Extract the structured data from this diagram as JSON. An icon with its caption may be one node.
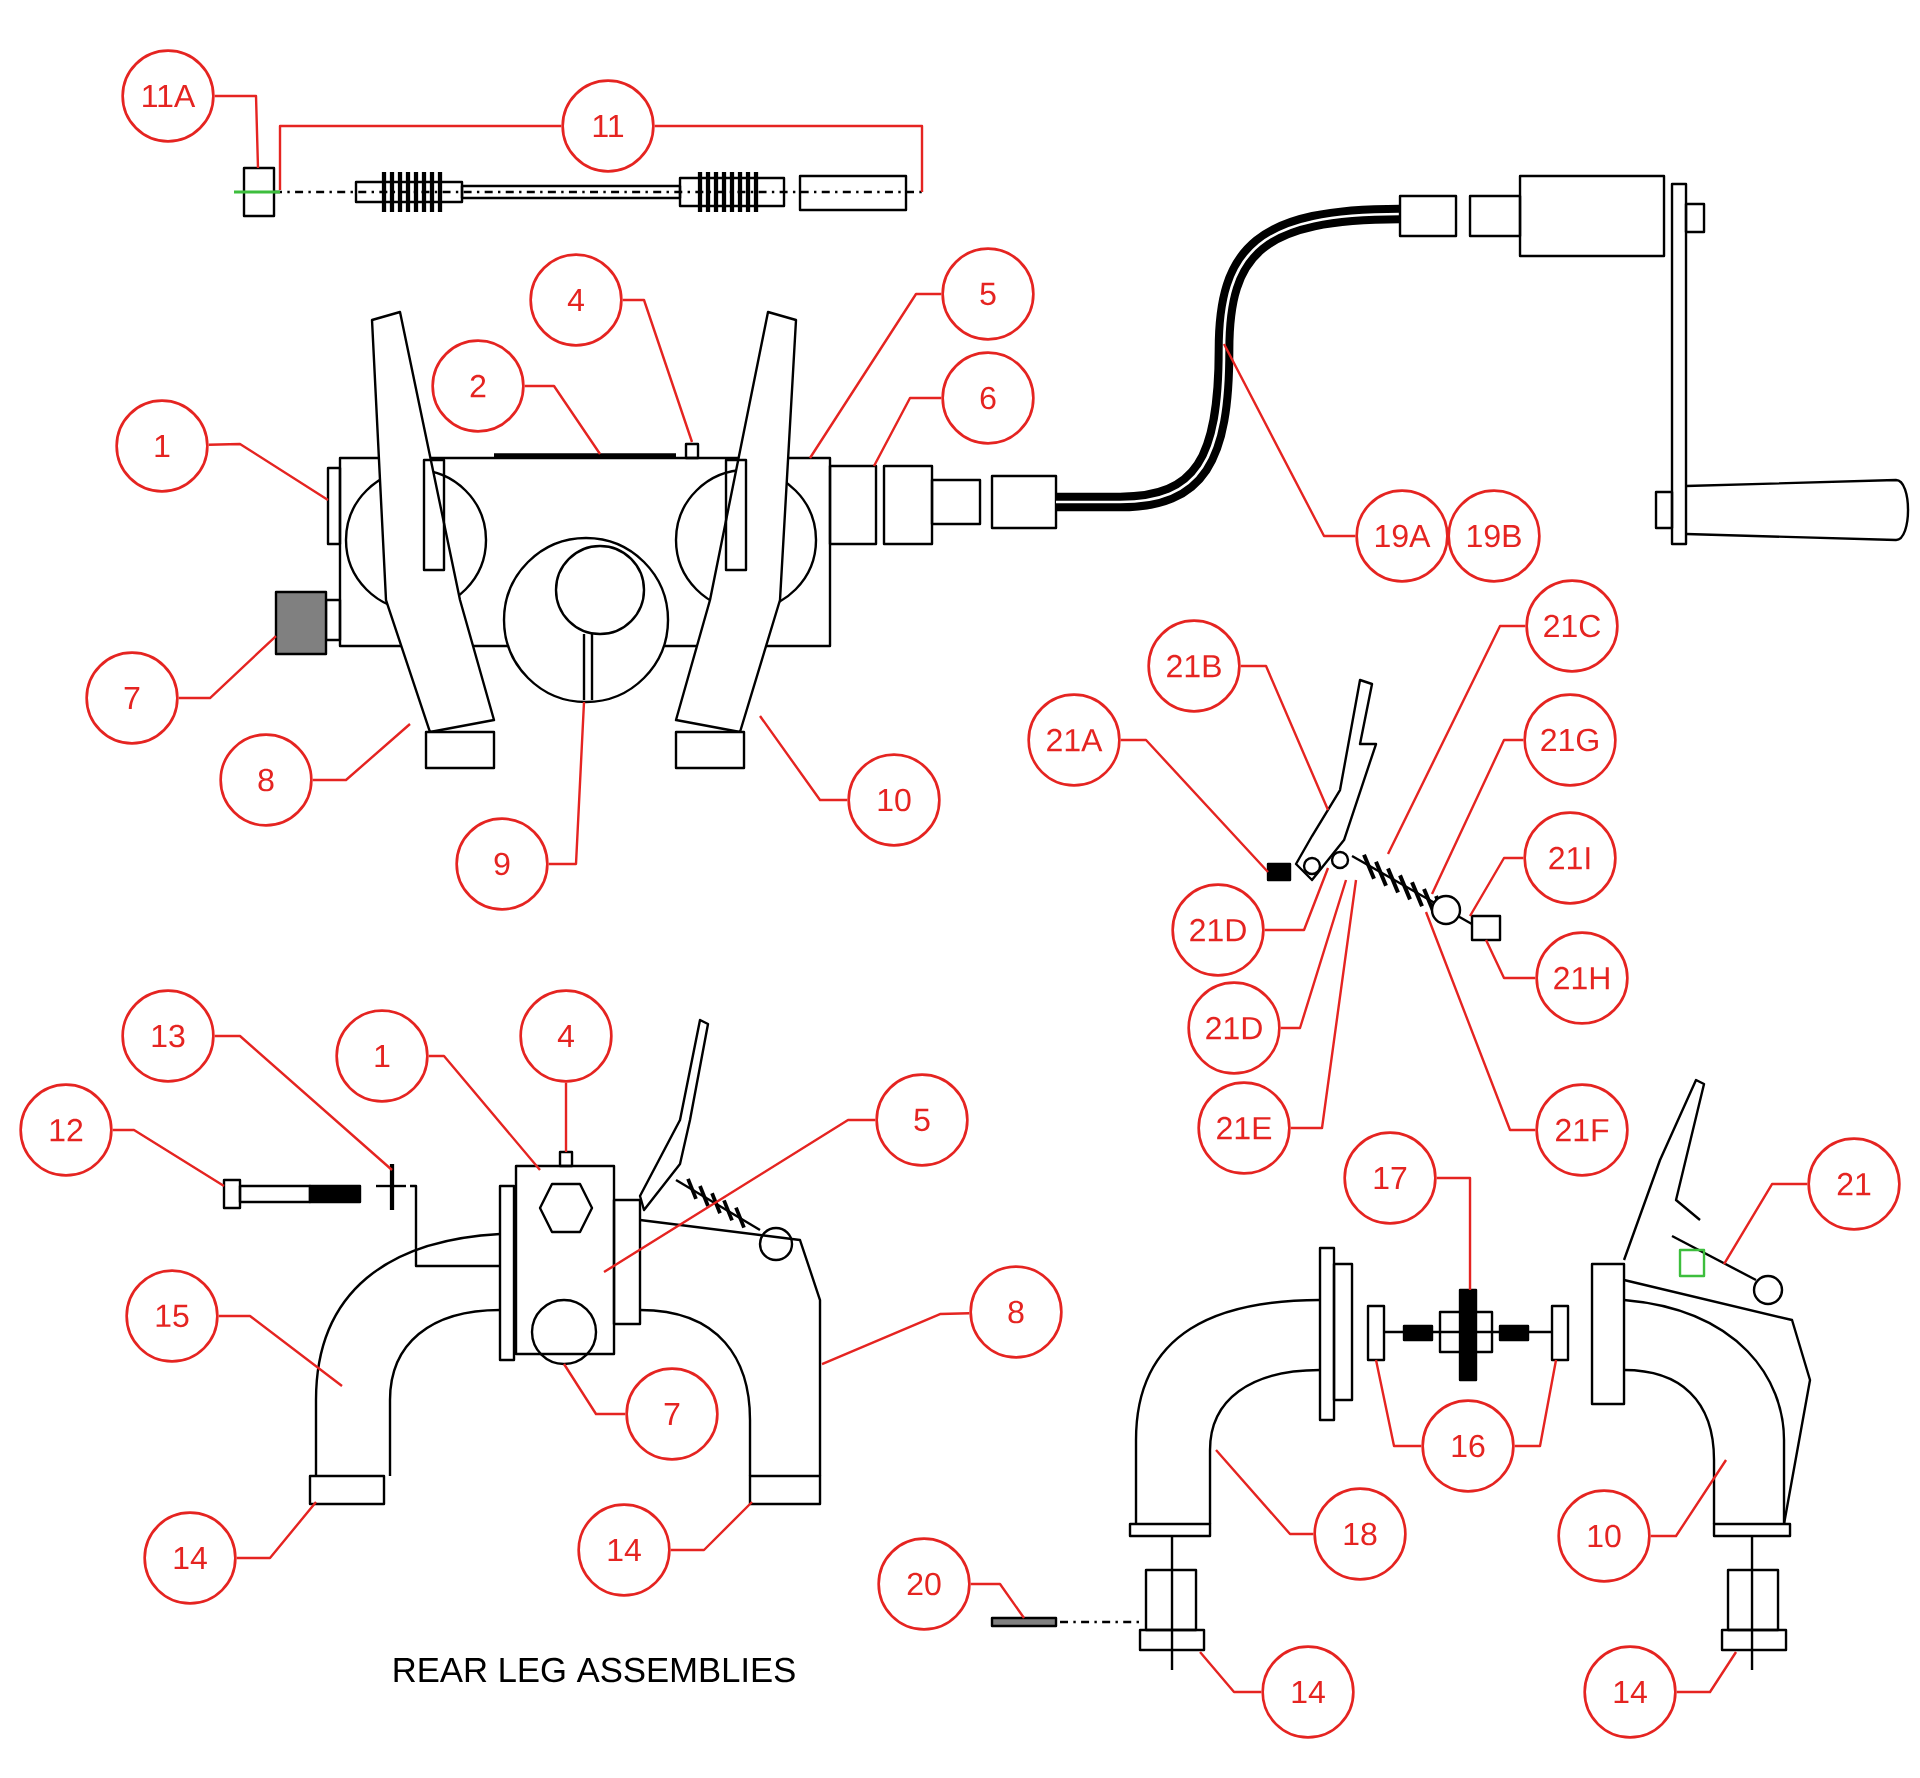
{
  "diagram": {
    "nodes": [
      {
        "text": [
          "11A"
        ]
      },
      {
        "text": [
          "11"
        ]
      },
      {
        "text": [
          "4"
        ]
      },
      {
        "text": [
          "2"
        ]
      },
      {
        "text": [
          "5"
        ]
      },
      {
        "text": [
          "6"
        ]
      },
      {
        "text": [
          "1"
        ]
      },
      {
        "text": [
          "7"
        ]
      },
      {
        "text": [
          "8"
        ]
      },
      {
        "text": [
          "10"
        ]
      },
      {
        "text": [
          "9"
        ]
      },
      {
        "text": [
          "19A"
        ]
      },
      {
        "text": [
          "19B"
        ]
      },
      {
        "text": [
          "21C"
        ]
      },
      {
        "text": [
          "21B"
        ]
      },
      {
        "text": [
          "21G"
        ]
      },
      {
        "text": [
          "21A"
        ]
      },
      {
        "text": [
          "21I"
        ]
      },
      {
        "text": [
          "21D"
        ]
      },
      {
        "text": [
          "21D"
        ]
      },
      {
        "text": [
          "21H"
        ]
      },
      {
        "text": [
          "21E"
        ]
      },
      {
        "text": [
          "21F"
        ]
      },
      {
        "text": [
          "13"
        ]
      },
      {
        "text": [
          "1"
        ]
      },
      {
        "text": [
          "4"
        ]
      },
      {
        "text": [
          "5"
        ]
      },
      {
        "text": [
          "12"
        ]
      },
      {
        "text": [
          "8"
        ]
      },
      {
        "text": [
          "15"
        ]
      },
      {
        "text": [
          "7"
        ]
      },
      {
        "text": [
          "17"
        ]
      },
      {
        "text": [
          "21"
        ]
      },
      {
        "text": [
          "14"
        ]
      },
      {
        "text": [
          "14"
        ]
      },
      {
        "text": [
          "16"
        ]
      },
      {
        "text": [
          "20"
        ]
      },
      {
        "text": [
          "18"
        ]
      },
      {
        "text": [
          "10"
        ]
      },
      {
        "text": [
          "14"
        ]
      },
      {
        "text": [
          "14"
        ]
      },
      {
        "text": [],
        "shape": "picture"
      },
      {
        "text": [],
        "shape": "picture"
      },
      {
        "text": [],
        "shape": "picture"
      },
      {
        "text": [],
        "shape": "picture"
      },
      {
        "text": [],
        "shape": "picture"
      },
      {
        "text": [],
        "shape": "picture"
      },
      {
        "text": [],
        "shape": "picture"
      },
      {
        "text": [],
        "shape": "picture"
      },
      {
        "text": [],
        "shape": "picture"
      },
      {
        "text": [],
        "shape": "picture"
      },
      {
        "text": [],
        "shape": "picture"
      },
      {
        "text": [],
        "shape": "picture"
      },
      {
        "text": [],
        "shape": "picture"
      },
      {
        "text": [],
        "shape": "picture"
      },
      {
        "text": [],
        "shape": "picture"
      }
    ],
    "edges": [
      {
        "from": 0,
        "to": 41,
        "arrow": "none"
      },
      {
        "from": 1,
        "to": 41,
        "arrow": "none"
      },
      {
        "from": 1,
        "to": 41,
        "arrow": "none"
      },
      {
        "from": 2,
        "to": 42,
        "arrow": "none"
      },
      {
        "from": 3,
        "to": 42,
        "arrow": "none"
      },
      {
        "from": 4,
        "to": 42,
        "arrow": "none"
      },
      {
        "from": 5,
        "to": 42,
        "arrow": "none"
      },
      {
        "from": 6,
        "to": 42,
        "arrow": "none"
      },
      {
        "from": 7,
        "to": 42,
        "arrow": "none"
      },
      {
        "from": 8,
        "to": 43,
        "arrow": "none"
      },
      {
        "from": 9,
        "to": 44,
        "arrow": "none"
      },
      {
        "from": 10,
        "to": 42,
        "arrow": "none"
      },
      {
        "from": 11,
        "to": 45,
        "arrow": "none"
      },
      {
        "from": 13,
        "to": 46,
        "arrow": "none"
      },
      {
        "from": 14,
        "to": 46,
        "arrow": "none"
      },
      {
        "from": 15,
        "to": 46,
        "arrow": "none"
      },
      {
        "from": 16,
        "to": 46,
        "arrow": "none"
      },
      {
        "from": 17,
        "to": 46,
        "arrow": "none"
      },
      {
        "from": 18,
        "to": 46,
        "arrow": "none"
      },
      {
        "from": 19,
        "to": 46,
        "arrow": "none"
      },
      {
        "from": 20,
        "to": 46,
        "arrow": "none"
      },
      {
        "from": 21,
        "to": 46,
        "arrow": "none"
      },
      {
        "from": 22,
        "to": 46,
        "arrow": "none"
      },
      {
        "from": 23,
        "to": 48,
        "arrow": "none"
      },
      {
        "from": 24,
        "to": 50,
        "arrow": "none"
      },
      {
        "from": 25,
        "to": 50,
        "arrow": "none"
      },
      {
        "from": 26,
        "to": 50,
        "arrow": "none"
      },
      {
        "from": 27,
        "to": 47,
        "arrow": "none"
      },
      {
        "from": 28,
        "to": 51,
        "arrow": "none"
      },
      {
        "from": 29,
        "to": 49,
        "arrow": "none"
      },
      {
        "from": 30,
        "to": 50,
        "arrow": "none"
      },
      {
        "from": 31,
        "to": 53,
        "arrow": "none"
      },
      {
        "from": 32,
        "to": 54,
        "arrow": "none"
      },
      {
        "from": 33,
        "to": 49,
        "arrow": "none"
      },
      {
        "from": 34,
        "to": 51,
        "arrow": "none"
      },
      {
        "from": 35,
        "to": 53,
        "arrow": "none"
      },
      {
        "from": 35,
        "to": 53,
        "arrow": "none"
      },
      {
        "from": 36,
        "to": 55,
        "arrow": "none"
      },
      {
        "from": 37,
        "to": 52,
        "arrow": "none"
      },
      {
        "from": 38,
        "to": 54,
        "arrow": "none"
      },
      {
        "from": 39,
        "to": 52,
        "arrow": "none"
      },
      {
        "from": 40,
        "to": 54,
        "arrow": "none"
      }
    ],
    "labels": [
      "REAR LEG ASSEMBLIES"
    ]
  }
}
